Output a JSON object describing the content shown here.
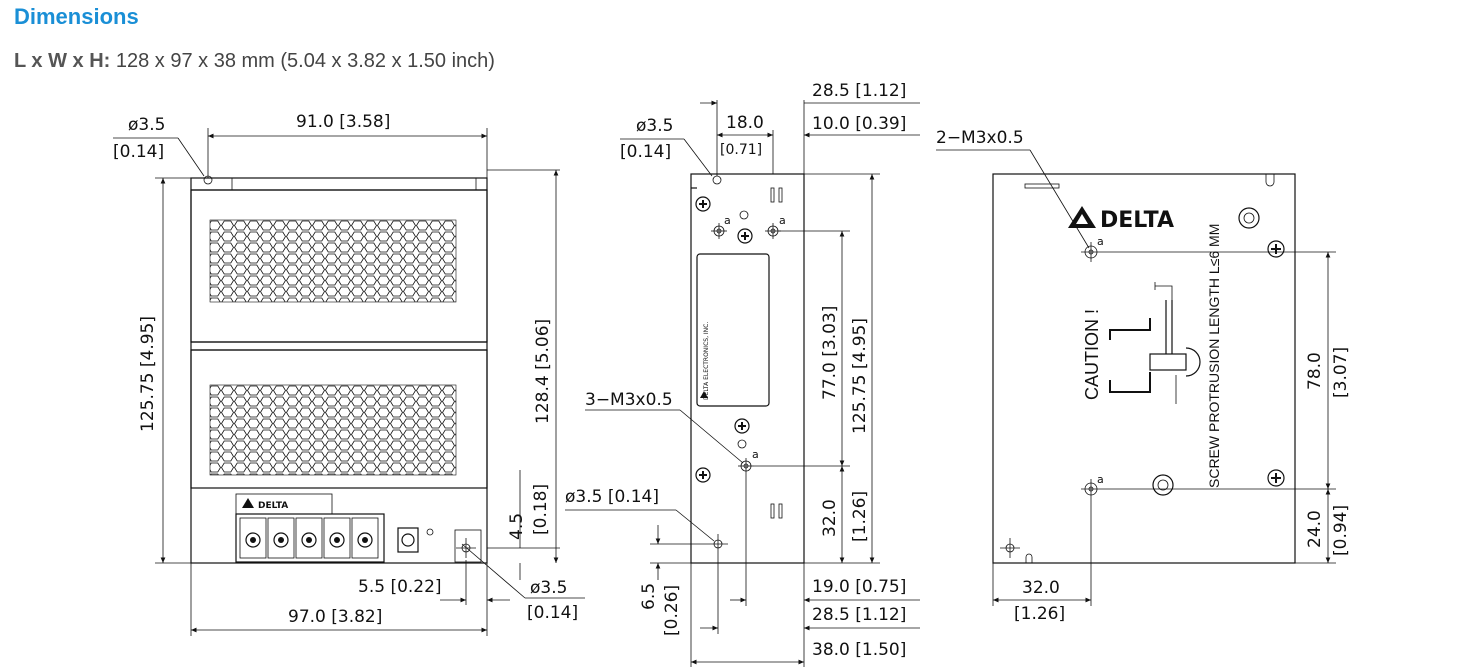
{
  "header": {
    "title": "Dimensions",
    "dims_label": "L x W x H:",
    "dims_value": " 128 x 97 x 38 mm (5.04 x 3.82 x 1.50 inch)"
  },
  "front_view": {
    "hole_top_dia": "ø3.5",
    "hole_top_dia_in": "[0.14]",
    "width_top": "91.0 [3.58]",
    "height_left": "125.75 [4.95]",
    "height_right": "128.4 [5.06]",
    "offset_small": "4.5",
    "offset_small_in": "[0.18]",
    "bottom_offset": "5.5 [0.22]",
    "width_bottom": "97.0 [3.82]",
    "hole_bottom_dia": "ø3.5",
    "hole_bottom_dia_in": "[0.14]",
    "logo_text": "DELTA"
  },
  "side_view": {
    "hole_top_dia": "ø3.5",
    "hole_top_dia_in": "[0.14]",
    "dim_18": "18.0",
    "dim_18_in": "[0.71]",
    "dim_28_5_top": "28.5 [1.12]",
    "dim_10": "10.0 [0.39]",
    "screw_label": "3−M3x0.5",
    "dim_77": "77.0 [3.03]",
    "dim_125": "125.75 [4.95]",
    "dim_32": "32.0",
    "dim_32_in": "[1.26]",
    "hole_dia": "ø3.5 [0.14]",
    "dim_6_5": "6.5",
    "dim_6_5_in": "[0.26]",
    "dim_19": "19.0 [0.75]",
    "dim_28_5_bottom": "28.5 [1.12]",
    "dim_38": "38.0 [1.50]",
    "label_text": "DELTA ELECTRONICS, INC.",
    "mark_a": "a"
  },
  "bottom_view": {
    "screw_label": "2−M3x0.5",
    "logo_text": "DELTA",
    "caution": "CAUTION !",
    "protrusion": "SCREW PROTRUSION LENGTH  L≤6 MM",
    "dim_78": "78.0",
    "dim_78_in": "[3.07]",
    "dim_24": "24.0",
    "dim_24_in": "[0.94]",
    "dim_32": "32.0",
    "dim_32_in": "[1.26]",
    "mark_a": "a"
  }
}
